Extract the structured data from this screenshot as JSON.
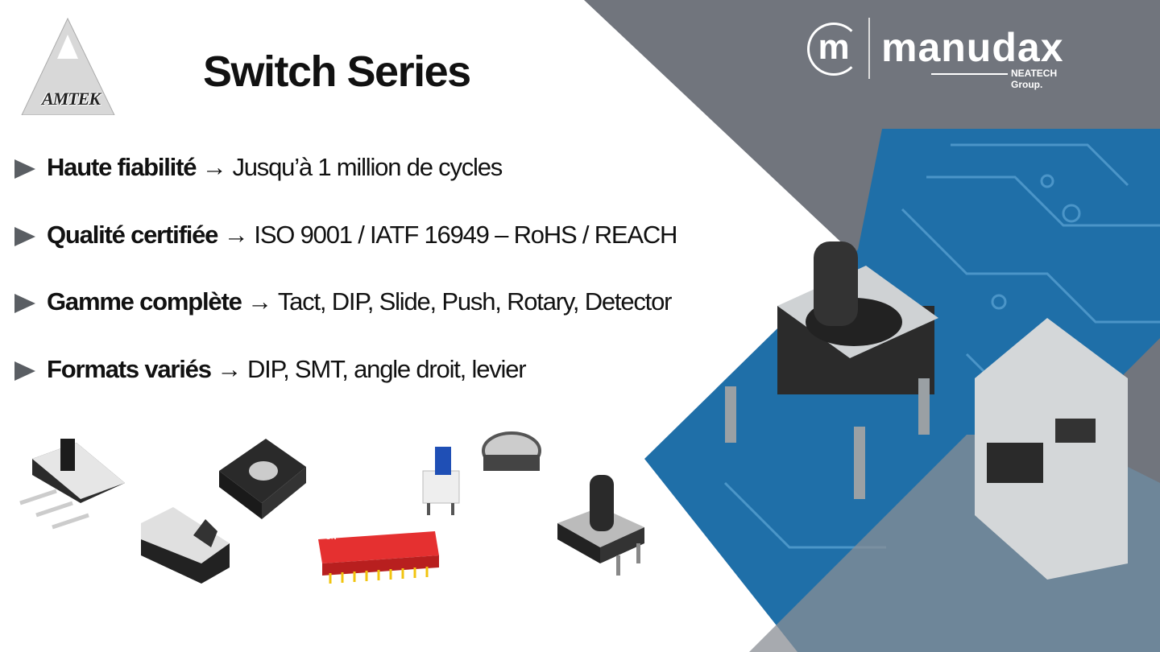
{
  "slide": {
    "title": "Switch Series",
    "logo_left": "AMTEK",
    "logo_right": {
      "initial": "m",
      "name": "manudax",
      "subtitle": "NEATECH Group."
    },
    "bullets": [
      {
        "label": "Haute fiabilité →",
        "text": "Jusqu’à 1 million de cycles"
      },
      {
        "label": "Qualité certifiée →",
        "text": "ISO 9001 / IATF 16949 – RoHS / REACH"
      },
      {
        "label": "Gamme complète →",
        "text": "Tact, DIP, Slide, Push, Rotary, Detector"
      },
      {
        "label": "Formats variés →",
        "text": "DIP, SMT, angle droit, levier"
      }
    ],
    "dip_switch_label": "ON"
  },
  "colors": {
    "gray_panel": "#71757d",
    "circuit_blue": "#1f6fa8",
    "bullet_marker": "#5a5e63"
  }
}
